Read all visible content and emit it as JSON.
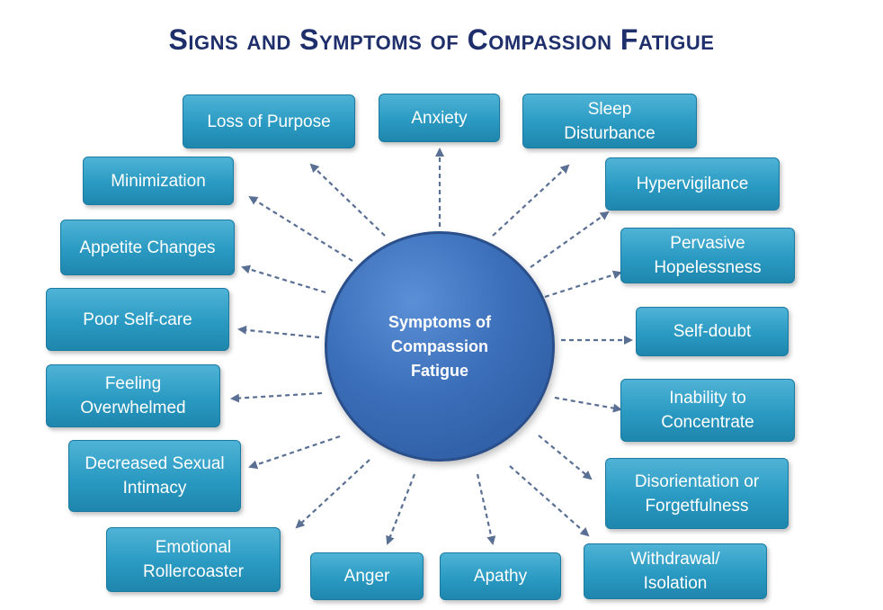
{
  "title": "Signs and Symptoms of Compassion Fatigue",
  "center": "Symptoms of\nCompassion\nFatigue",
  "symptoms": [
    "Loss of Purpose",
    "Anxiety",
    "Sleep\nDisturbance",
    "Minimization",
    "Hypervigilance",
    "Appetite Changes",
    "Pervasive\nHopelessness",
    "Poor Self-care",
    "Self-doubt",
    "Feeling\nOverwhelmed",
    "Inability to\nConcentrate",
    "Decreased Sexual\nIntimacy",
    "Disorientation or\nForgetfulness",
    "Emotional\nRollercoaster",
    "Anger",
    "Apathy",
    "Withdrawal/\nIsolation"
  ],
  "colors": {
    "title": "#1f2f6b",
    "circle": "#3b6fb9",
    "box": "#2a9ac2",
    "arrow": "#5a6f94"
  }
}
